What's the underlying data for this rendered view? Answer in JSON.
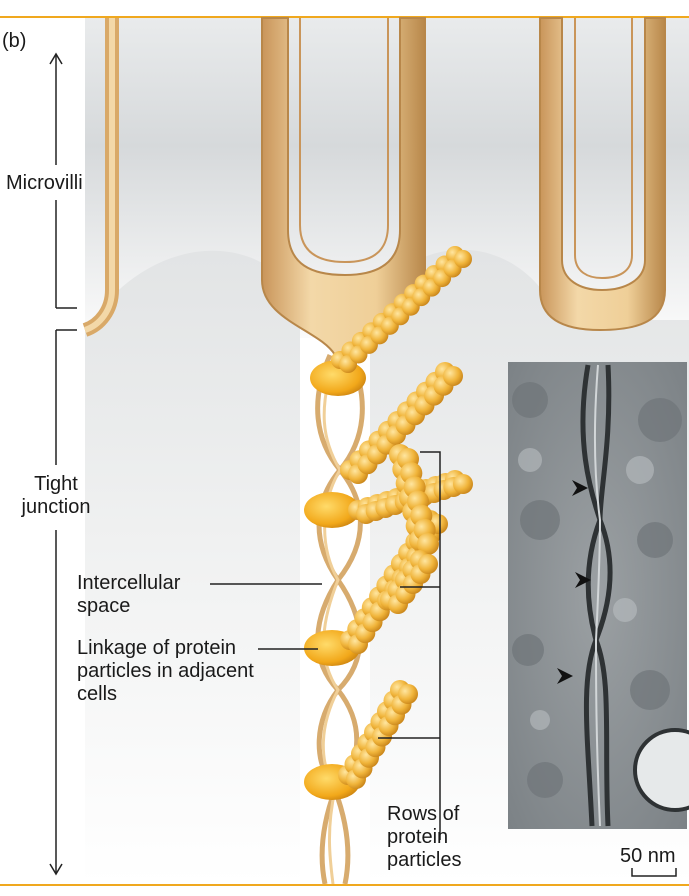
{
  "panel_label": "(b)",
  "labels": {
    "microvilli": "Microvilli",
    "tight_junction": [
      "Tight",
      "junction"
    ],
    "intercellular_space": [
      "Intercellular",
      "space"
    ],
    "linkage": [
      "Linkage of protein",
      "particles in adjacent",
      "cells"
    ],
    "rows": [
      "Rows of",
      "protein",
      "particles"
    ]
  },
  "scale_bar": "50 nm",
  "colors": {
    "rule": "#f0a81e",
    "membrane": "#e3bd84",
    "membrane_dark": "#b8874a",
    "particle": "#f0b43a",
    "linkage": "#f2a81a",
    "background_gray": "#c9cdd0",
    "micrograph": "#8d9396"
  }
}
